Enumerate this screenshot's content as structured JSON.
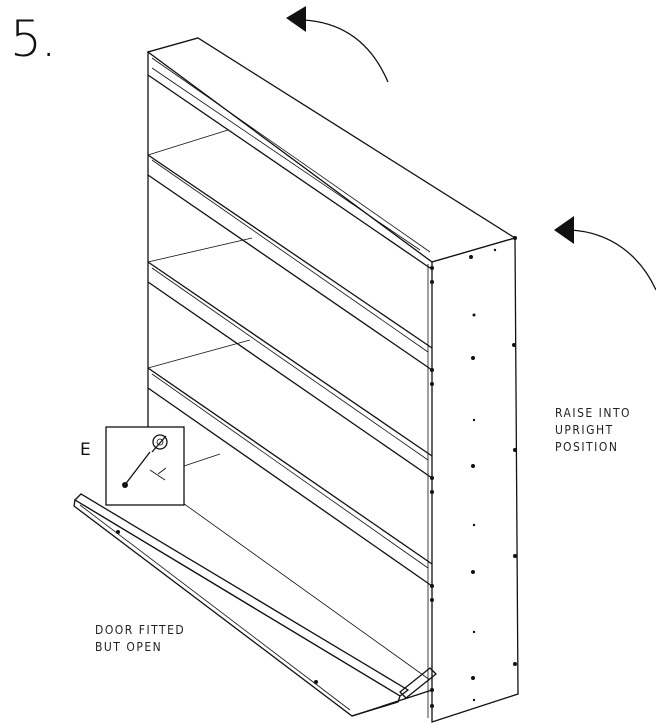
{
  "step": {
    "number": "5."
  },
  "callout": {
    "letter": "E"
  },
  "notes": {
    "raise": [
      "RAISE INTO",
      "UPRIGHT",
      "POSITION"
    ],
    "door": [
      "DOOR FITTED",
      "BUT OPEN"
    ]
  },
  "colors": {
    "line": "#111111",
    "background": "#ffffff"
  },
  "icons": [
    "curved-arrow-icon",
    "curved-arrow-icon"
  ]
}
